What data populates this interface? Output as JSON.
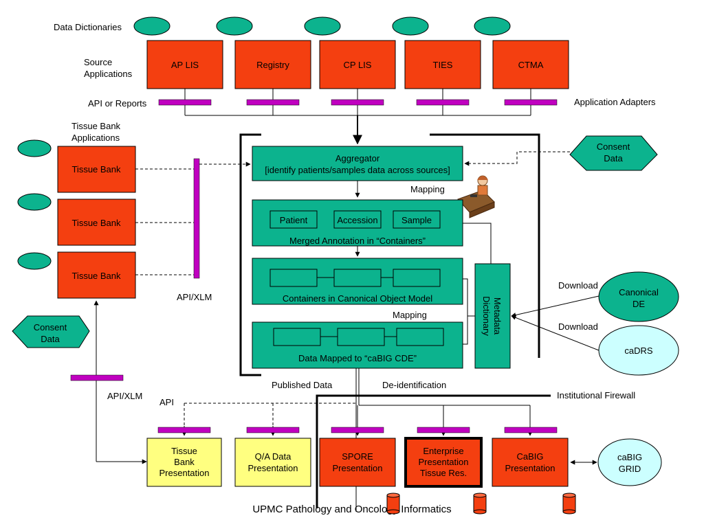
{
  "labels": {
    "data_dictionaries": "Data Dictionaries",
    "source_applications": [
      "Source",
      "Applications"
    ],
    "api_or_reports": "API or Reports",
    "application_adapters": "Application Adapters",
    "tissue_bank_applications": [
      "Tissue Bank",
      "Applications"
    ],
    "api_xlm_top": "API/XLM",
    "api_xlm_bottom": "API/XLM",
    "api": "API",
    "mapping_1": "Mapping",
    "mapping_2": "Mapping",
    "download_1": "Download",
    "download_2": "Download",
    "published_data": "Published Data",
    "de_identification": "De-identification",
    "institutional_firewall": "Institutional Firewall",
    "footer": "UPMC Pathology and Oncology Informatics"
  },
  "source_apps": [
    "AP LIS",
    "Registry",
    "CP LIS",
    "TIES",
    "CTMA"
  ],
  "tissue_banks": [
    "Tissue Bank",
    "Tissue Bank",
    "Tissue Bank"
  ],
  "aggregator": [
    "Aggregator",
    "[identify patients/samples data across sources]"
  ],
  "containers": {
    "items": [
      "Patient",
      "Accession",
      "Sample"
    ],
    "caption": "Merged Annotation in “Containers”"
  },
  "canonical_caption": "Containers in Canonical Object Model",
  "cde_caption": "Data Mapped to “caBIG CDE”",
  "metadata_dictionary": [
    "Metadata",
    "Dictionary"
  ],
  "consent_top": [
    "Consent",
    "Data"
  ],
  "consent_left": [
    "Consent",
    "Data"
  ],
  "canonical_de": [
    "Canonical",
    "DE"
  ],
  "cadrs": "caDRS",
  "cabig_grid": [
    "caBIG",
    "GRID"
  ],
  "presentations": [
    {
      "lines": [
        "Tissue",
        "Bank",
        "Presentation"
      ],
      "style": "yellow"
    },
    {
      "lines": [
        "Q/A Data",
        "Presentation"
      ],
      "style": "yellow"
    },
    {
      "lines": [
        "SPORE",
        "Presentation"
      ],
      "style": "red"
    },
    {
      "lines": [
        "Enterprise",
        "Presentation",
        "Tissue Res."
      ],
      "style": "red-bold"
    },
    {
      "lines": [
        "CaBIG",
        "Presentation"
      ],
      "style": "red"
    }
  ],
  "colors": {
    "red": "#F43F10",
    "teal": "#0CB38E",
    "yellow": "#FFFF80",
    "magenta": "#C000C0",
    "light_cyan": "#CCFFFF"
  }
}
